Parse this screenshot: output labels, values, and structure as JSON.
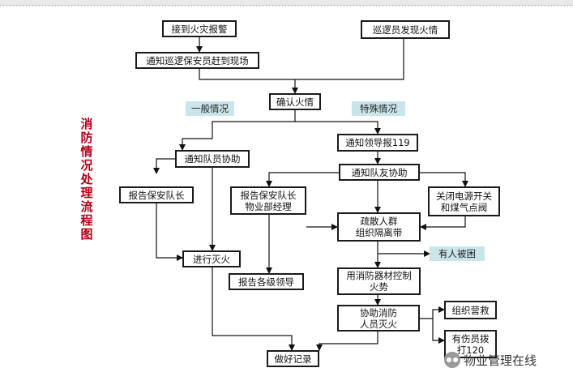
{
  "title": "消防情况处理流程图",
  "tags": {
    "general": "一般情况",
    "special": "特殊情况",
    "trapped": "有人被困"
  },
  "boxes": {
    "receive_alarm": "接到火灾报警",
    "patrol_find": "巡逻员发现火情",
    "notify_patrol": "通知巡逻保安员赶到现场",
    "confirm_fire": "确认火情",
    "notify_leader": "通知领导报119",
    "notify_team_member": "通知队员协助",
    "notify_team_friend": "通知队友协助",
    "report_captain_left": "报告保安队长",
    "report_captain_mgr": "报告保安队长\n物业部经理",
    "cut_power": "关闭电源开关\n和煤气点阀",
    "evacuate": "疏散人群\n组织隔离带",
    "extinguish": "进行灭火",
    "report_leaders": "报告各级领导",
    "control_fire": "用消防器材控制\n火势",
    "assist_fire": "协助消防\n人员灭火",
    "organize_rescue": "组织营救",
    "injured_call": "有伤员拨\n打120",
    "record": "做好记录"
  },
  "watermark": "物业管理在线"
}
